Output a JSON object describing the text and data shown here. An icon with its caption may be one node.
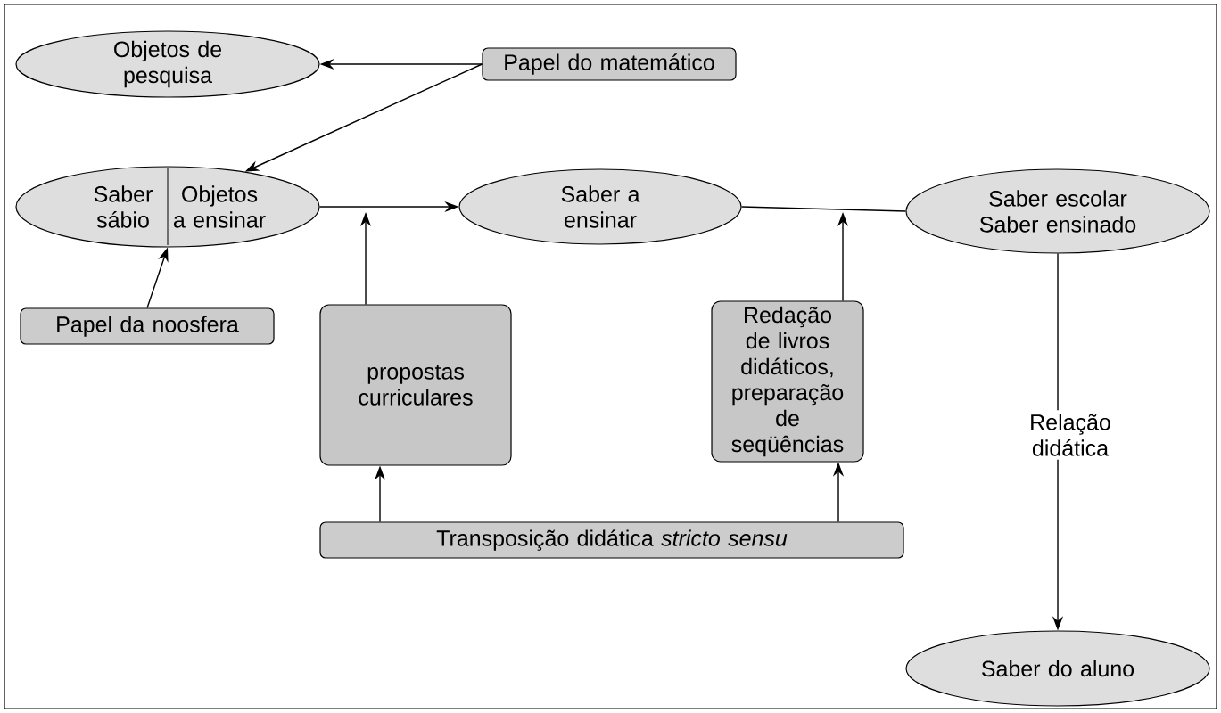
{
  "diagram": {
    "nodes": [
      {
        "text": [
          "Objetos de pesquisa"
        ]
      },
      {
        "text": [
          "Papel do matemático"
        ]
      },
      {
        "text": [
          "Saber sábio",
          "Objetos a ensinar"
        ]
      },
      {
        "text": [
          "Saber a ensinar"
        ]
      },
      {
        "text": [
          "Saber escolar Saber ensinado"
        ]
      },
      {
        "text": [
          "Papel da noosfera"
        ]
      },
      {
        "text": [
          "propostas curriculares"
        ]
      },
      {
        "text": [
          "Redação de livros didáticos, preparação de seqüências"
        ]
      },
      {
        "text": [
          "Transposição didática *stricto sensu*"
        ]
      },
      {
        "text": [
          "Saber do aluno"
        ]
      }
    ],
    "edges": [
      {
        "from": 1,
        "to": 0,
        "arrow": "to"
      },
      {
        "from": 1,
        "to": 2,
        "arrow": "to"
      },
      {
        "from": 2,
        "to": 3,
        "arrow": "to"
      },
      {
        "from": 3,
        "to": 4,
        "arrow": "none"
      },
      {
        "from": 5,
        "to": 2,
        "arrow": "to"
      },
      {
        "from": 6,
        "to": null,
        "arrow": "to"
      },
      {
        "from": 7,
        "to": null,
        "arrow": "to"
      },
      {
        "from": 8,
        "to": 6,
        "arrow": "to"
      },
      {
        "from": 8,
        "to": 7,
        "arrow": "to"
      },
      {
        "from": 4,
        "to": 9,
        "arrow": "to",
        "label": "Relação didática"
      }
    ]
  }
}
